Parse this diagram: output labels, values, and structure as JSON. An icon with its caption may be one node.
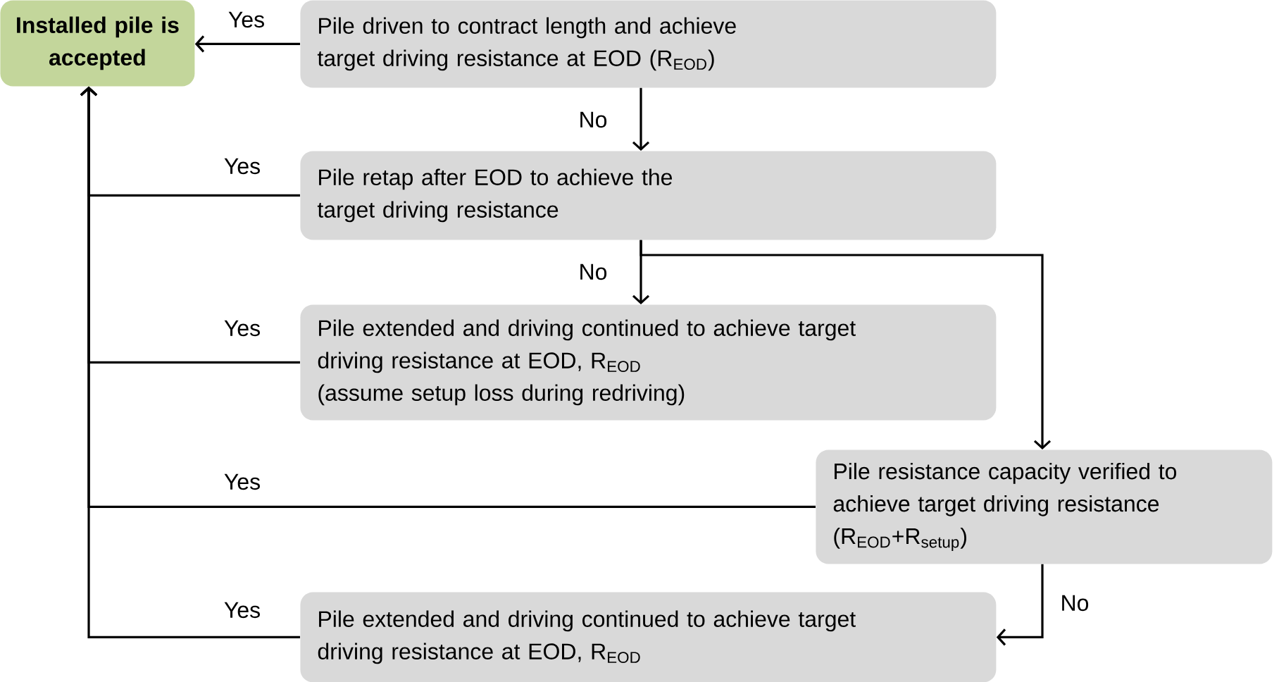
{
  "diagram": {
    "nodes": [
      {
        "text": [
          "Installed pile is accepted"
        ]
      },
      {
        "text": [
          "Pile driven to contract length and achieve target driving resistance at EOD (R$_{EOD}$)"
        ]
      },
      {
        "text": [
          "Pile retap after EOD to achieve the target driving resistance"
        ]
      },
      {
        "text": [
          "Pile extended and driving continued to achieve target driving resistance at EOD, R$_{EOD}$",
          "(assume setup loss during redriving)"
        ]
      },
      {
        "text": [
          "Pile resistance capacity verified to achieve target driving resistance (R$_{EOD}$+R$_{setup}$)"
        ]
      },
      {
        "text": [
          "Pile extended and driving continued to achieve target driving resistance at EOD, R$_{EOD}$"
        ]
      }
    ],
    "edges": [
      {
        "from": 1,
        "to": 0,
        "arrow": "to",
        "label": "Yes"
      },
      {
        "from": 1,
        "to": 2,
        "arrow": "to",
        "label": "No"
      },
      {
        "from": 2,
        "to": 0,
        "arrow": "to",
        "label": "Yes"
      },
      {
        "from": 2,
        "to": 3,
        "arrow": "to",
        "label": "No"
      },
      {
        "from": 2,
        "to": 4,
        "arrow": "to"
      },
      {
        "from": 3,
        "to": 0,
        "arrow": "to",
        "label": "Yes"
      },
      {
        "from": 4,
        "to": 0,
        "arrow": "to",
        "label": "Yes"
      },
      {
        "from": 4,
        "to": 5,
        "arrow": "to",
        "label": "No"
      },
      {
        "from": 5,
        "to": 0,
        "arrow": "to",
        "label": "Yes"
      }
    ]
  }
}
